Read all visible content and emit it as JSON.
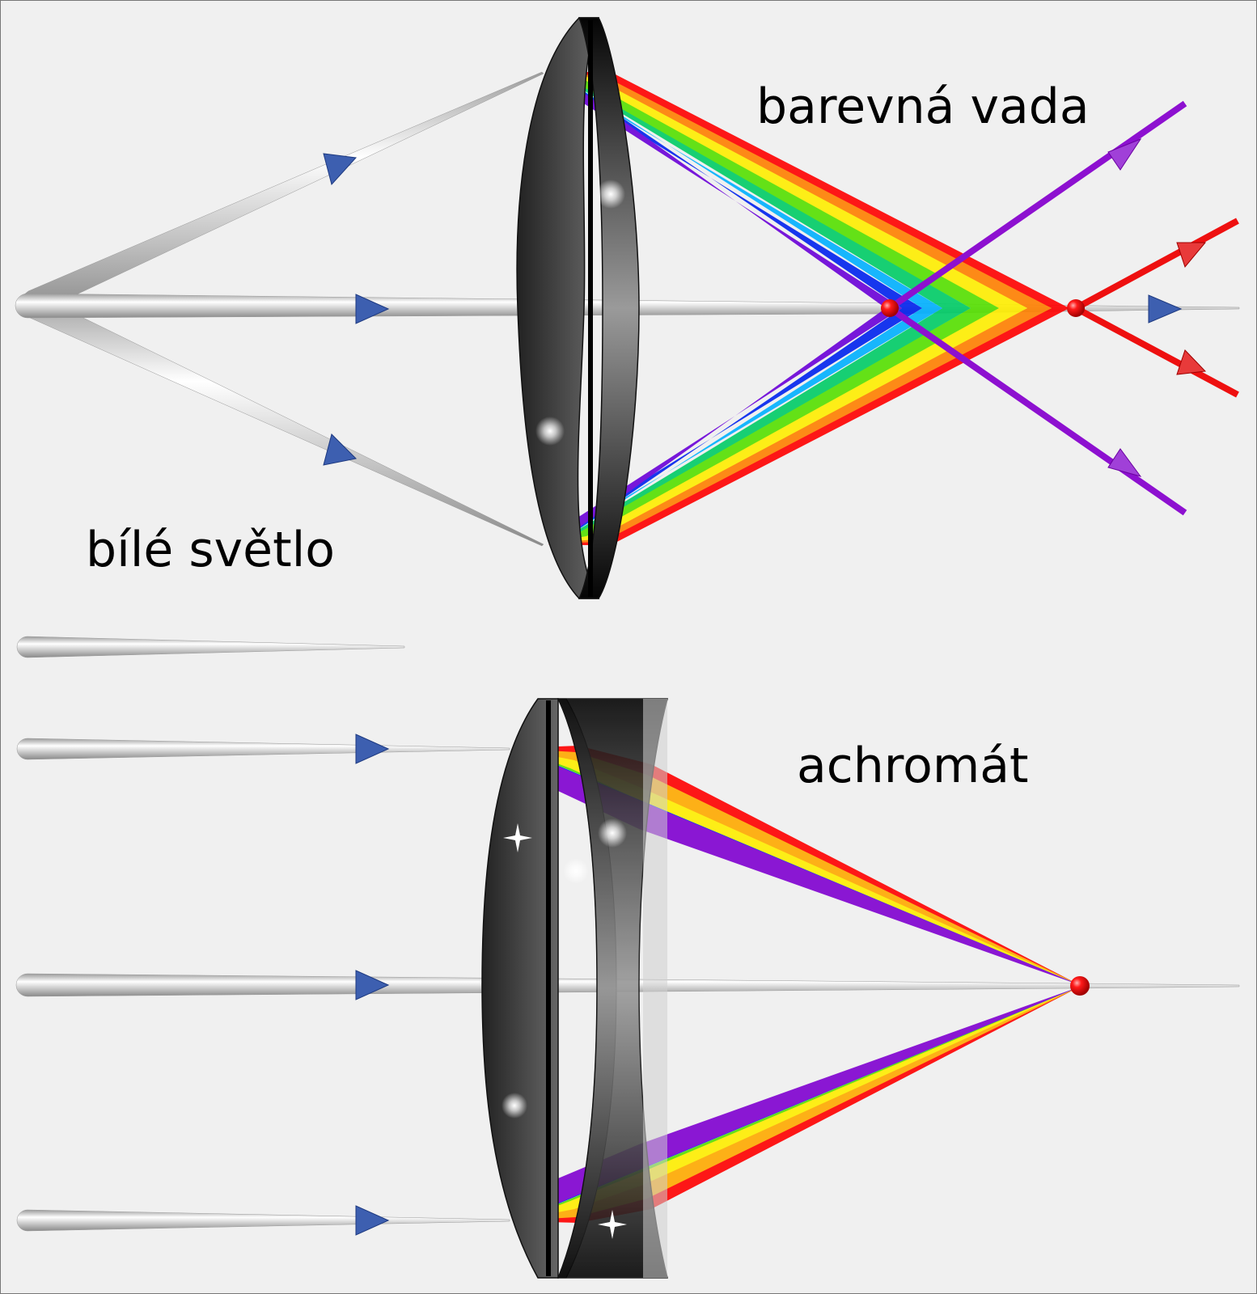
{
  "labels": {
    "chromatic_aberration": "barevná vada",
    "white_light": "bílé světlo",
    "achromat": "achromát"
  },
  "colors": {
    "background": "#f0f0f0",
    "ray_gray": "#bdbdbd",
    "arrow_blue": "#3d5fb0",
    "violet": "#8d10d0",
    "red": "#ee1010",
    "focus_point": "#e01010",
    "lens_dark": "#222222",
    "spectrum": [
      "#ff0000",
      "#ff8000",
      "#ffee00",
      "#55e000",
      "#00cc66",
      "#00b0ff",
      "#0022ee",
      "#6a00d8",
      "#9000cc"
    ]
  },
  "icons": {
    "direction_arrow": "triangle-arrow-icon",
    "focus_point": "red-sphere-icon",
    "highlight": "sparkle-icon"
  }
}
